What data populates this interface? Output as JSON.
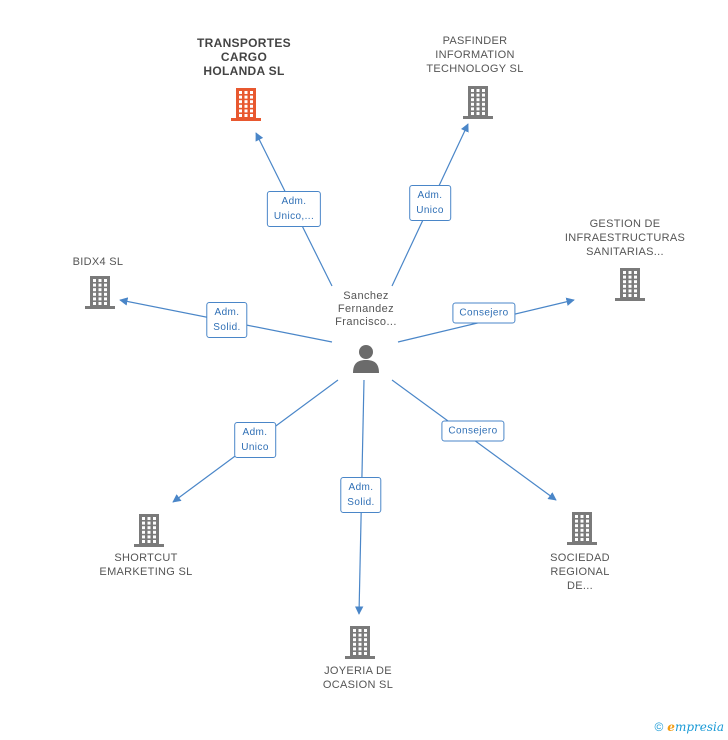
{
  "center": {
    "name_lines": [
      "Sanchez",
      "Fernandez",
      "Francisco..."
    ]
  },
  "companies": [
    {
      "id": "transportes",
      "lines": [
        "TRANSPORTES",
        "CARGO",
        "HOLANDA SL"
      ],
      "color": "#e8582f",
      "highlight": true
    },
    {
      "id": "pasfinder",
      "lines": [
        "PASFINDER",
        "INFORMATION",
        "TECHNOLOGY SL"
      ],
      "color": "#7a7a7a",
      "highlight": false
    },
    {
      "id": "gestion",
      "lines": [
        "GESTION DE",
        "INFRAESTRUCTURAS",
        "SANITARIAS..."
      ],
      "color": "#7a7a7a",
      "highlight": false
    },
    {
      "id": "bidx4",
      "lines": [
        "BIDX4  SL"
      ],
      "color": "#7a7a7a",
      "highlight": false
    },
    {
      "id": "shortcut",
      "lines": [
        "SHORTCUT",
        "EMARKETING SL"
      ],
      "color": "#7a7a7a",
      "highlight": false
    },
    {
      "id": "joyeria",
      "lines": [
        "JOYERIA DE",
        "OCASION SL"
      ],
      "color": "#7a7a7a",
      "highlight": false
    },
    {
      "id": "sociedad",
      "lines": [
        "SOCIEDAD",
        "REGIONAL",
        "DE..."
      ],
      "color": "#7a7a7a",
      "highlight": false
    }
  ],
  "relations": [
    {
      "target": "transportes",
      "lines": [
        "Adm.",
        "Unico,..."
      ]
    },
    {
      "target": "pasfinder",
      "lines": [
        "Adm.",
        "Unico"
      ]
    },
    {
      "target": "gestion",
      "lines": [
        "Consejero"
      ]
    },
    {
      "target": "bidx4",
      "lines": [
        "Adm.",
        "Solid."
      ]
    },
    {
      "target": "shortcut",
      "lines": [
        "Adm.",
        "Unico"
      ]
    },
    {
      "target": "joyeria",
      "lines": [
        "Adm.",
        "Solid."
      ]
    },
    {
      "target": "sociedad",
      "lines": [
        "Consejero"
      ]
    }
  ],
  "colors": {
    "edge": "#4a86c8",
    "person": "#6b6b6b"
  },
  "footer": {
    "copyright": "©",
    "brand_initial": "e",
    "brand_rest": "mpresia"
  }
}
